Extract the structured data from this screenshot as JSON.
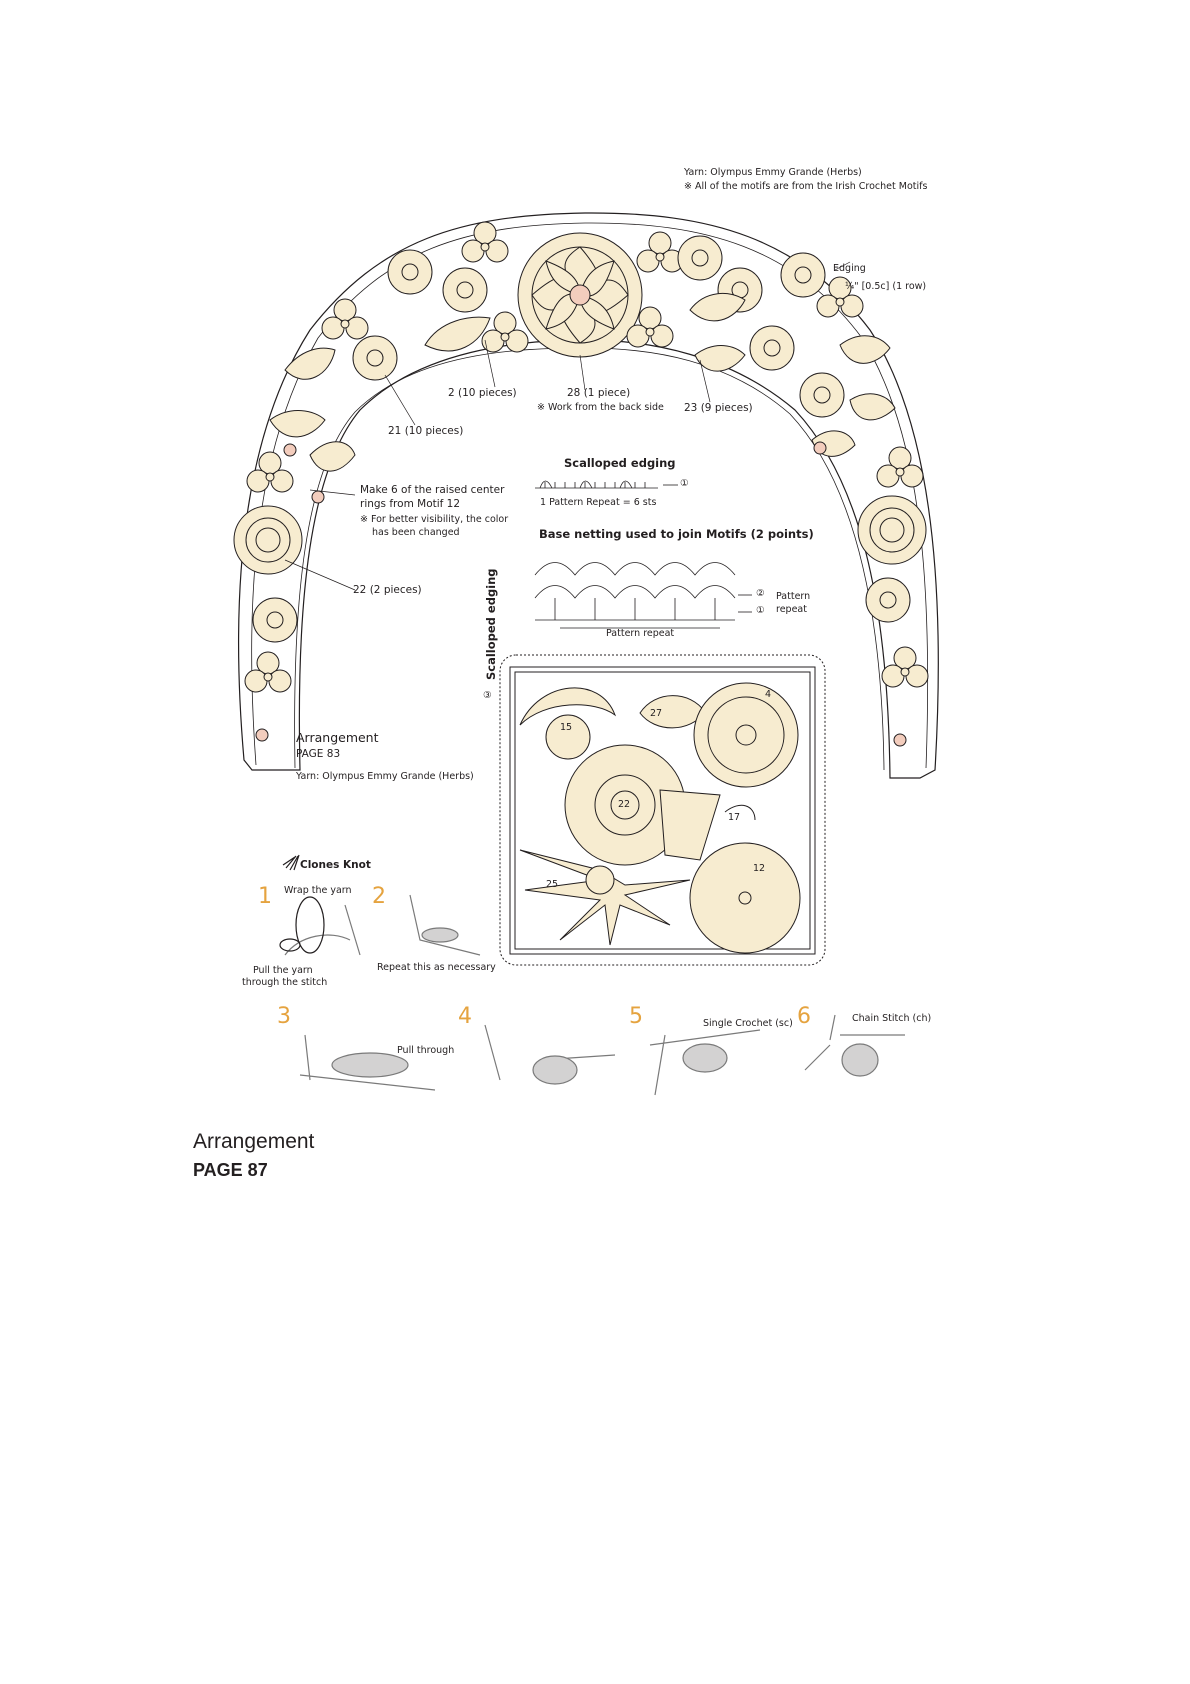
{
  "header": {
    "yarn": "Yarn: Olympus Emmy Grande (Herbs)",
    "note": "※ All of the motifs are from the Irish Crochet Motifs"
  },
  "collar": {
    "edging_title": "Edging",
    "edging_detail": "¼\" [0.5c] (1 row)",
    "labels": {
      "m2": "2 (10 pieces)",
      "m28": "28 (1 piece)",
      "m28_note": "※ Work from the back side",
      "m23": "23 (9 pieces)",
      "m21": "21 (10 pieces)",
      "m22": "22 (2 pieces)"
    },
    "rings_line1": "Make 6 of the raised center",
    "rings_line2": "rings from Motif 12",
    "rings_note1": "※ For better visibility, the color",
    "rings_note2": "has been changed",
    "arrangement": "Arrangement",
    "page": "PAGE 83",
    "yarn": "Yarn: Olympus Emmy Grande (Herbs)"
  },
  "scalloped": {
    "title": "Scalloped edging",
    "repeat": "1 Pattern Repeat = 6 sts",
    "row": "①"
  },
  "netting": {
    "title": "Base netting used to join Motifs (2 points)",
    "row2": "②",
    "row1": "①",
    "pattern": "Pattern",
    "repeat": "repeat",
    "pattern_repeat": "Pattern repeat"
  },
  "square": {
    "side_label": "Scalloped edging",
    "side_row": "③",
    "motifs": [
      "15",
      "27",
      "4",
      "22",
      "17",
      "25",
      "12"
    ]
  },
  "knot": {
    "title": "Clones Knot",
    "steps": [
      {
        "num": "1",
        "text": "Wrap the yarn",
        "text2": "Pull the yarn",
        "text3": "through the stitch"
      },
      {
        "num": "2",
        "text": "Repeat this as necessary"
      },
      {
        "num": "3",
        "text": "Pull through"
      },
      {
        "num": "4",
        "text": ""
      },
      {
        "num": "5",
        "text": "Single Crochet (sc)"
      },
      {
        "num": "6",
        "text": "Chain Stitch (ch)"
      }
    ]
  },
  "caption": {
    "title": "Arrangement",
    "page": "PAGE 87"
  },
  "colors": {
    "motif_fill": "#f7ecd0",
    "ring_fill": "#f3cdbd",
    "line": "#231f20",
    "accent": "#e5a33f"
  }
}
